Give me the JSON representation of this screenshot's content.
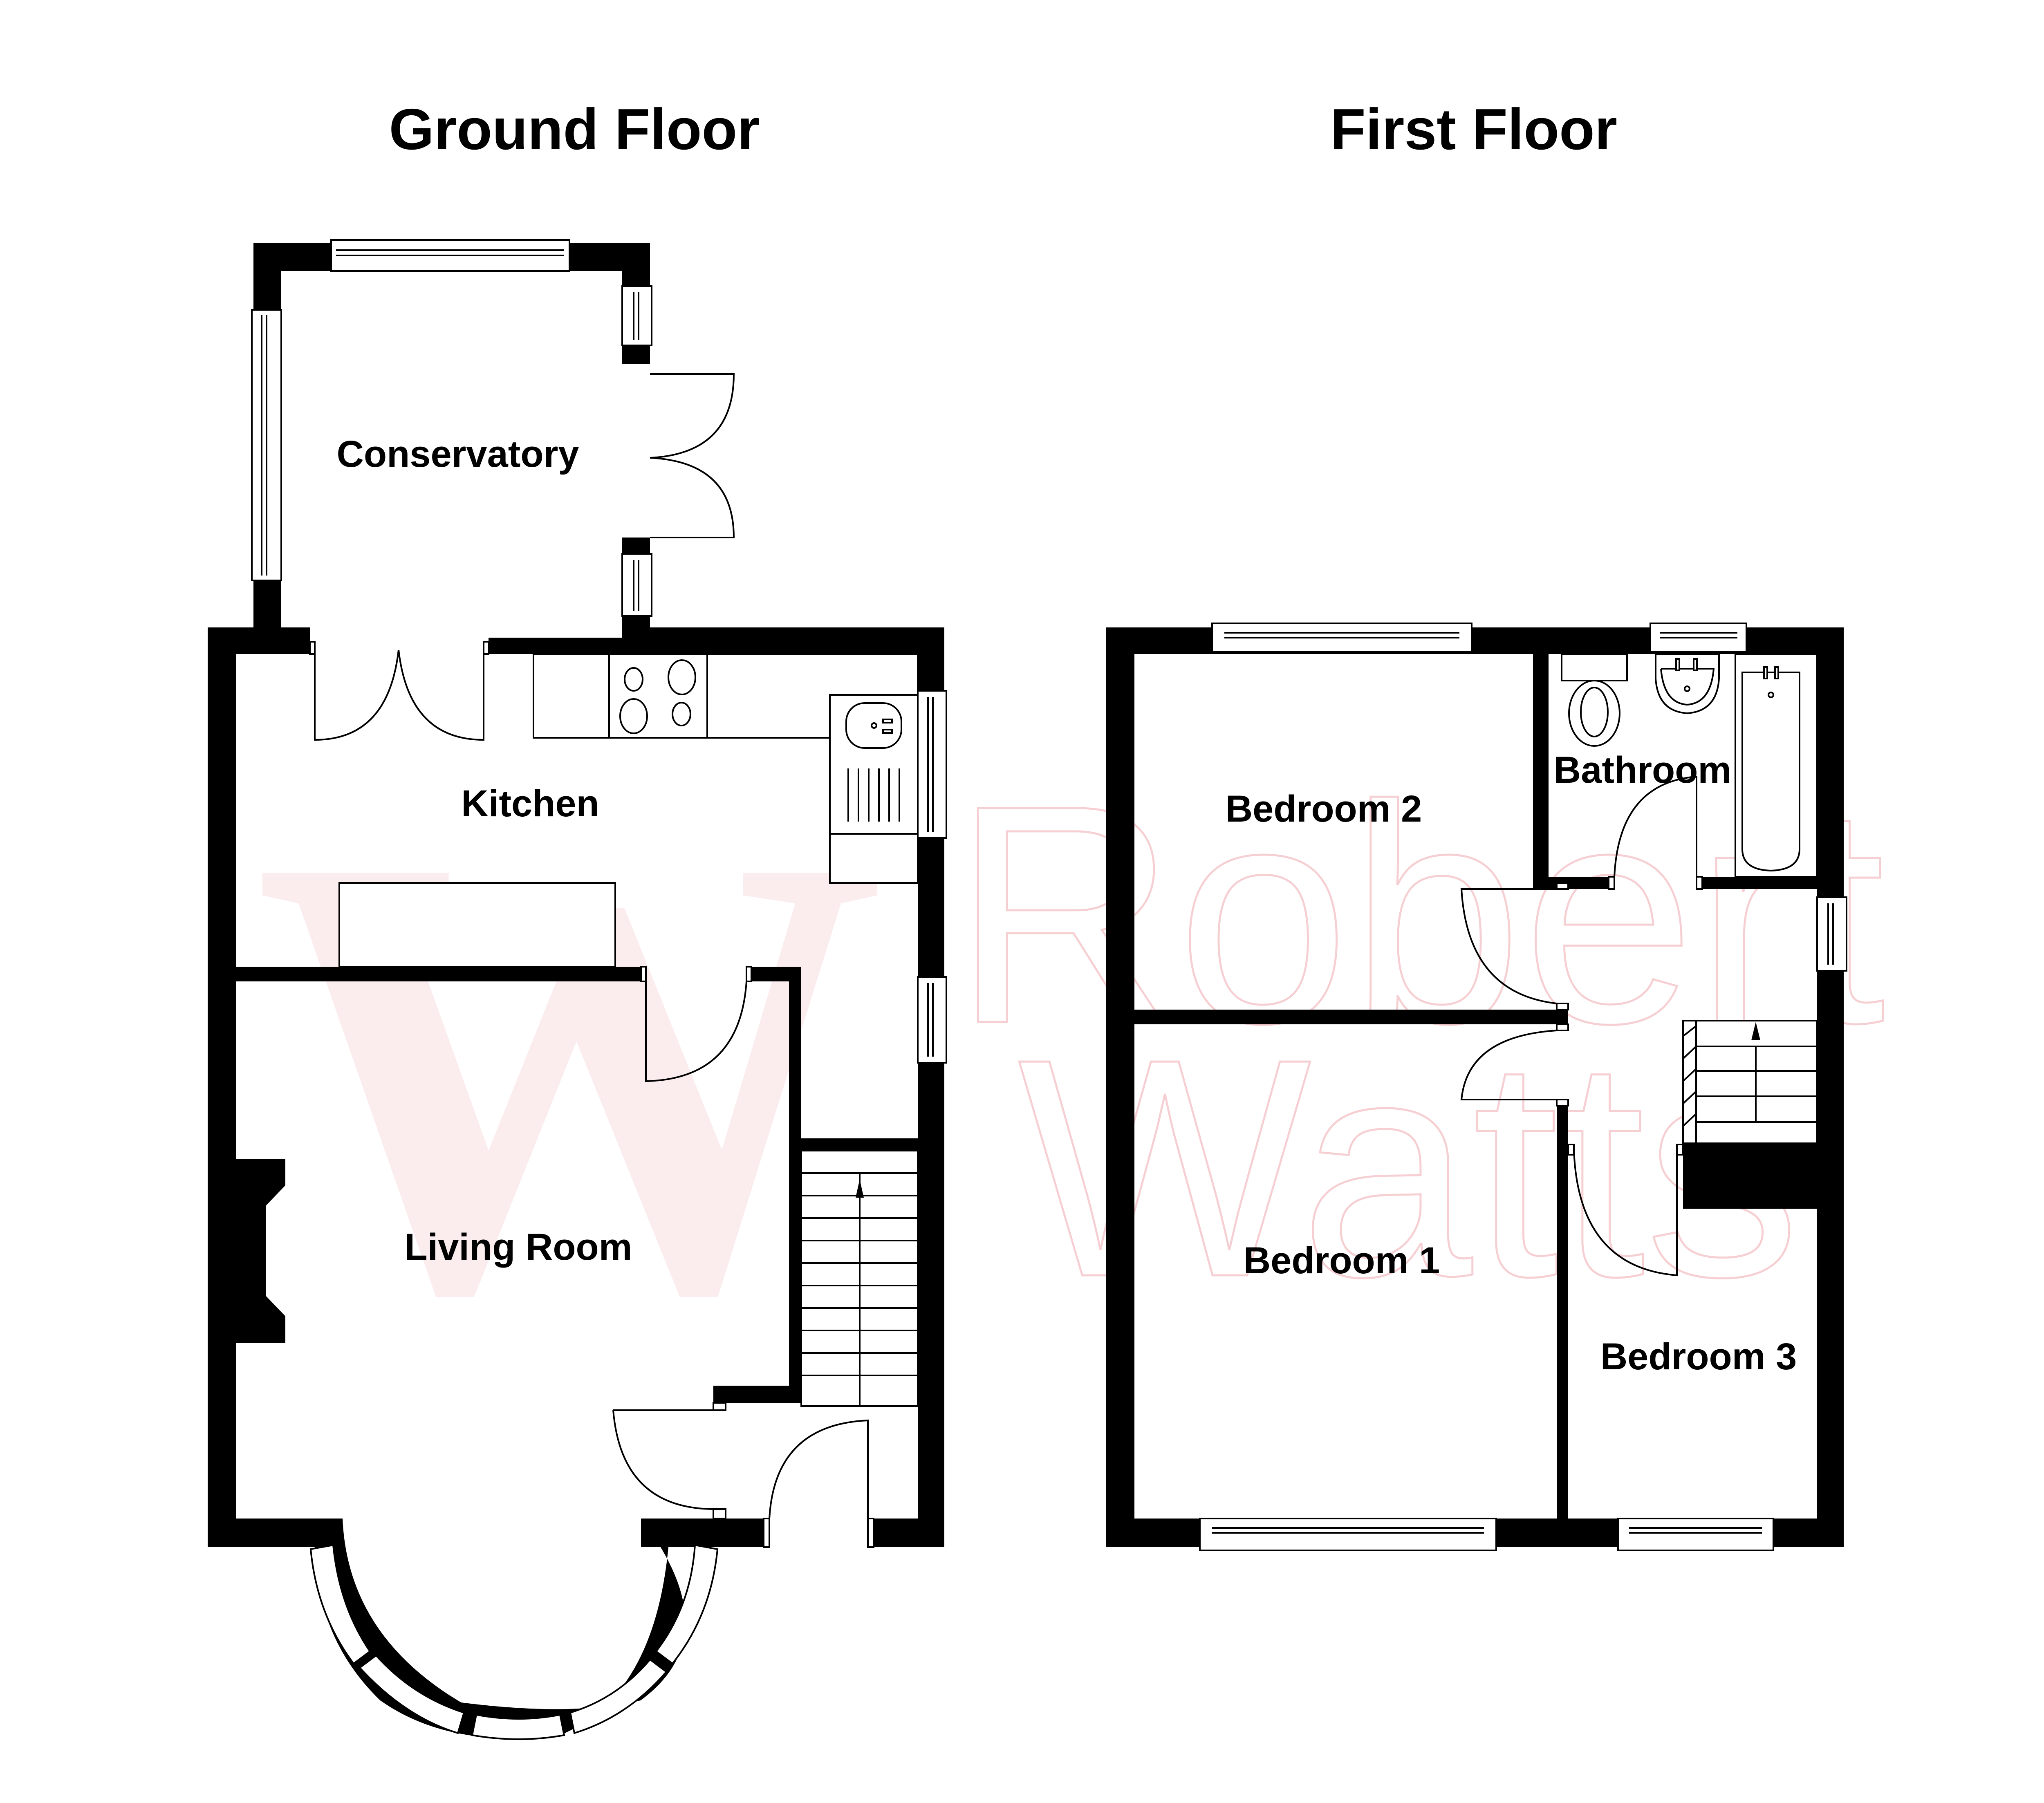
{
  "floors": {
    "ground": {
      "title": "Ground Floor",
      "rooms": {
        "conservatory": "Conservatory",
        "kitchen": "Kitchen",
        "living_room": "Living Room"
      }
    },
    "first": {
      "title": "First Floor",
      "rooms": {
        "bedroom_1": "Bedroom 1",
        "bedroom_2": "Bedroom 2",
        "bedroom_3": "Bedroom 3",
        "bathroom": "Bathroom"
      }
    }
  },
  "watermark": {
    "logo_letter": "W",
    "line1": "Robert",
    "line2": "Watts",
    "color": "#f6cfd3"
  },
  "colors": {
    "wall": "#000000",
    "background": "#ffffff"
  }
}
